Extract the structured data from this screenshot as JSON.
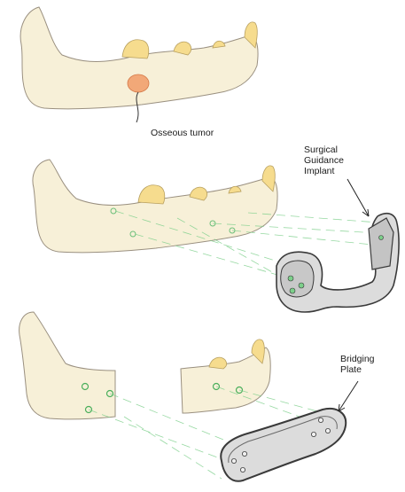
{
  "labels": {
    "tumor": "Osseous tumor",
    "guidance_implant": "Surgical\nGuidance\nImplant",
    "bridging_plate": "Bridging\nPlate"
  },
  "colors": {
    "bone": "#f7f0d8",
    "bone_outline": "#9a9080",
    "tooth": "#f6dc8e",
    "tumor": "#f2a878",
    "guide_lines": "#7ccf8a",
    "implant_metal": "#d9d9d9",
    "implant_outline": "#3a3a3a"
  },
  "icons": [
    "arrow-icon",
    "screw-hole-icon"
  ]
}
